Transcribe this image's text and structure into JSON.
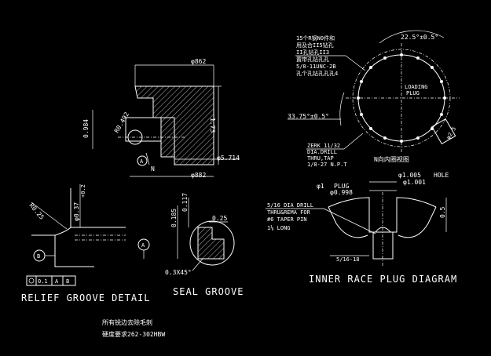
{
  "colors": {
    "background": "#000000",
    "linework": "#ffffff"
  },
  "top_left_view": {
    "dim_top": "φ862",
    "dim_left": "0.984",
    "dim_radius": "R0.492",
    "dim_right": "1.73",
    "dim_bottom1": "φ5.714",
    "dim_bottom2": "φ882",
    "datum": "A",
    "n_label": "N"
  },
  "relief_groove": {
    "radius": "R0.25",
    "dia": "φ0.37",
    "tol_plus": "+0.2",
    "tol_minus": "0",
    "datum_b": "B",
    "datum_a": "A",
    "fcf_value": "0.1",
    "fcf_ref1": "A",
    "fcf_ref2": "B",
    "title": "RELIEF GROOVE DETAIL"
  },
  "seal_groove": {
    "dim_vert1": "0.185",
    "dim_vert2": "0.117",
    "dim_width": "0.25",
    "chamfer": "0.3X45°",
    "title": "SEAL GROOVE"
  },
  "circle_view": {
    "angle_top": "22.5°±0.5°",
    "angle_left": "33.75°±0.5°",
    "side_dim": "φ2.5",
    "loading_plug_1": "LOADING",
    "loading_plug_2": "PLUG",
    "note_lines": [
      "15个R钢N0件和",
      "用及合II5钻孔",
      "II孔钻孔II3",
      "置带孔钻孔孔",
      "5/8-11UNC-2B",
      "孔个孔钻孔孔孔4"
    ],
    "zerk_lines": [
      "ZERK 11/32",
      "DIA.DRILL",
      "THRU,TAP",
      "1/8-27 N.P.T"
    ],
    "view_caption": "N向内圈视图"
  },
  "plug_diagram": {
    "hole_dia": "φ1.005",
    "hole_label": "HOLE",
    "hole_dia2": "φ1.001",
    "plug_dia": "φ1",
    "plug_label": "PLUG",
    "plug_dia2": "φ0.998",
    "drill_lines": [
      "5/16 DIA DRILL",
      "THRU&REMA FOR",
      "#6 TAPER PIN",
      "1⅛ LONG"
    ],
    "thread": "5/16-18",
    "height": "0.5",
    "title": "INNER RACE PLUG DIAGRAM"
  },
  "footer_notes": [
    "所有锐边去除毛刺",
    "硬度要求262-302HBW"
  ]
}
